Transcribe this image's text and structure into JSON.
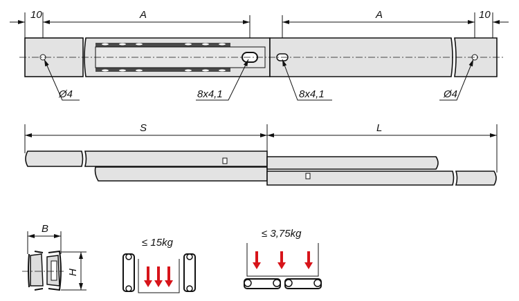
{
  "top_view": {
    "dim_left_offset": "10",
    "dim_left_A": "A",
    "dim_right_A": "A",
    "dim_right_offset": "10",
    "label_hole_left": "Ø4",
    "label_slot_left": "8x4,1",
    "label_slot_right": "8x4,1",
    "label_hole_right": "Ø4"
  },
  "extended_view": {
    "dim_S": "S",
    "dim_L": "L"
  },
  "profile_view": {
    "dim_B": "B",
    "dim_H": "H"
  },
  "load_cases": [
    {
      "label": "≤ 15kg"
    },
    {
      "label": "≤ 3,75kg"
    }
  ],
  "colors": {
    "arrow": "#d7141a",
    "rail_fill": "#e3e3e3"
  }
}
